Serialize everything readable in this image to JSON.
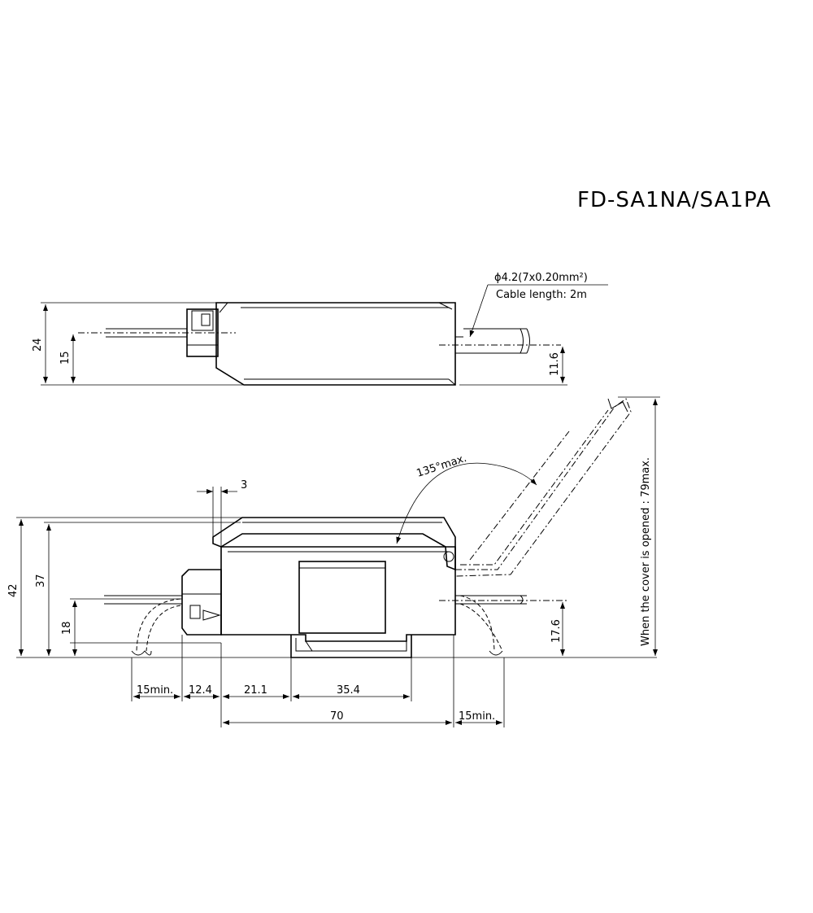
{
  "title": "FD-SA1NA/SA1PA",
  "top_view": {
    "cable_note_line1": "ϕ4.2(7x0.20mm²)",
    "cable_note_line2": "Cable length: 2m",
    "dims": {
      "overall_height": "24",
      "cable_height_left": "15",
      "cable_height_right": "11.6"
    }
  },
  "side_view": {
    "cover_angle": "135°max.",
    "cover_open_note": "When the cover is opened : 79max.",
    "dims": {
      "cover_offset": "3",
      "overall_height": "42",
      "body_height": "37",
      "cable_height_left": "18",
      "cable_height_right": "17.6",
      "bend_left": "15min.",
      "connector_width": "12.4",
      "rail_offset": "21.1",
      "rail_width": "35.4",
      "body_length": "70",
      "bend_right": "15min."
    }
  }
}
